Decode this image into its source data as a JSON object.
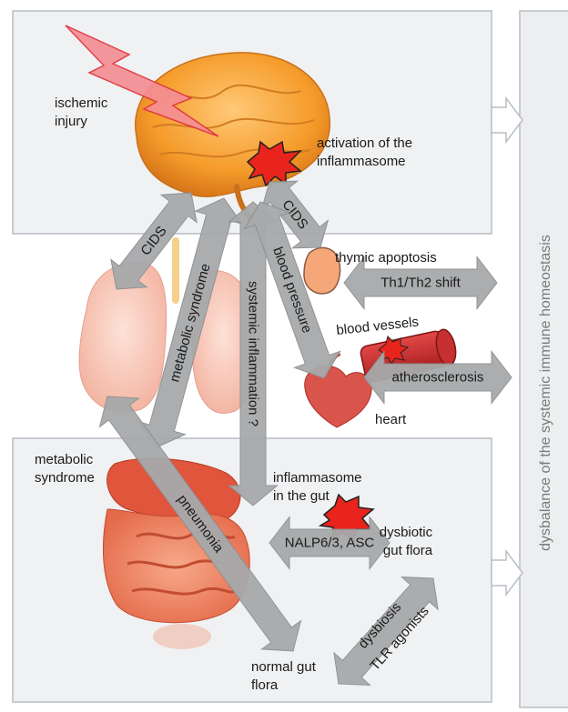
{
  "side_label": "dysbalance of the systemic immune homeostasis",
  "brain": {
    "ischemic_injury": [
      "ischemic",
      "injury"
    ],
    "inflammasome_activation": [
      "activation of the",
      "inflammasome"
    ]
  },
  "middle": {
    "thymic_apoptosis": "thymic apoptosis",
    "th1_th2_shift": "Th1/Th2 shift",
    "blood_vessels": "blood vessels",
    "atherosclerosis": "atherosclerosis",
    "heart": "heart"
  },
  "arrows": {
    "cids_left": "CIDS",
    "cids_right": "CIDS",
    "metabolic_syndrome": "metabolic syndrome",
    "systemic_inflammation": "systemic inflammation ?",
    "blood_pressure": "blood pressure",
    "pneumonia": "pneumonia",
    "nalp": "NALP6/3, ASC",
    "dysbiosis": "dysbiosis",
    "tlr_agonists": "TLR agonists"
  },
  "gut": {
    "metabolic_syndrome": [
      "metabolic",
      "syndrome"
    ],
    "inflammasome_gut": [
      "inflammasome",
      "in the gut"
    ],
    "dysbiotic_flora": [
      "dysbiotic",
      "gut flora"
    ],
    "normal_flora": [
      "normal gut",
      "flora"
    ]
  }
}
